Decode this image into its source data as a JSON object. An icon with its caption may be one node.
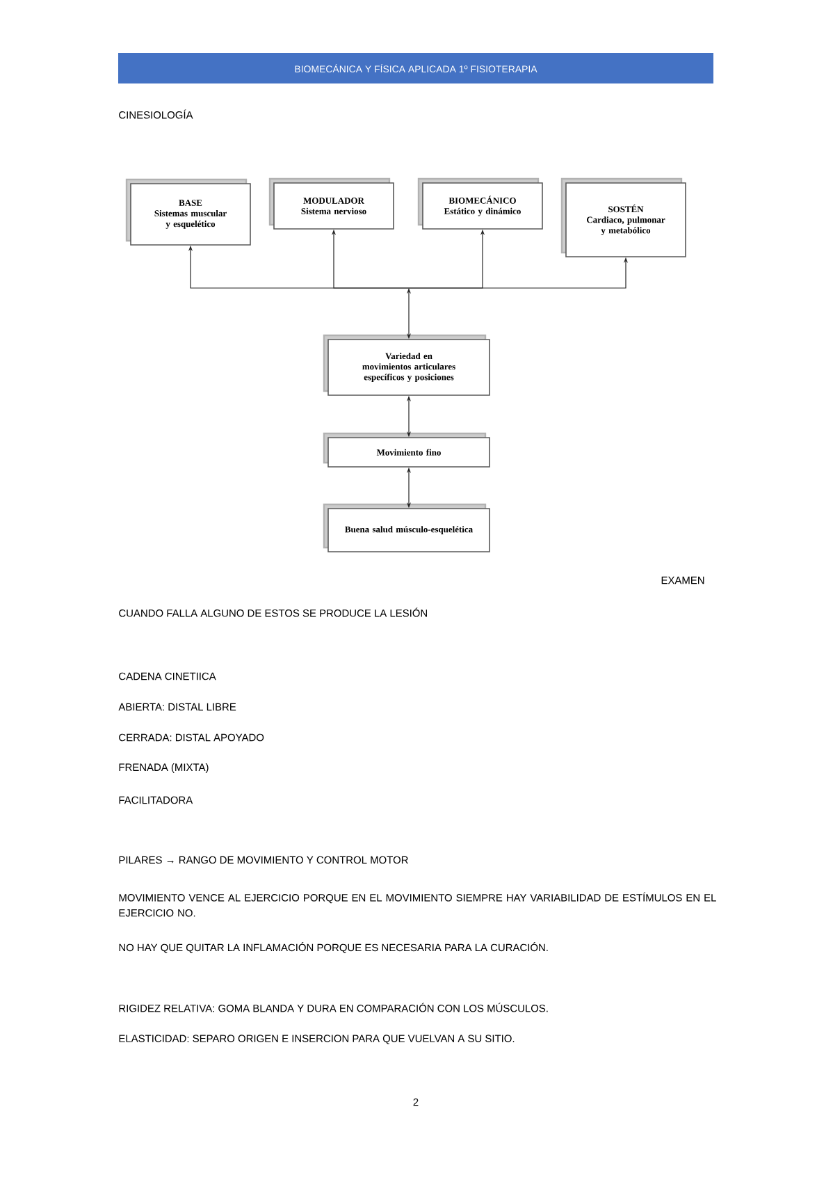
{
  "diagram": {
    "title": "BIOMECÁNICA Y FÍSICA APLICADA 1º FISIOTERAPIA",
    "nodes": [
      {
        "text": [
          "BASE",
          "Sistemas muscular y esquelético"
        ]
      },
      {
        "text": [
          "MODULADOR",
          "Sistema nervioso"
        ]
      },
      {
        "text": [
          "BIOMECÁNICO",
          "Estático y dinámico"
        ]
      },
      {
        "text": [
          "SOSTÉN",
          "Cardiaco, pulmonar y metabólico"
        ]
      },
      {
        "text": [
          "Variedad en movimientos articulares específicos y posiciones"
        ]
      },
      {
        "text": [
          "Movimiento fino"
        ]
      },
      {
        "text": [
          "Buena salud músculo-esquelética"
        ]
      }
    ],
    "edges": [
      {
        "from": 4,
        "to": 0,
        "arrow": "both"
      },
      {
        "from": 4,
        "to": 1,
        "arrow": "both"
      },
      {
        "from": 4,
        "to": 2,
        "arrow": "both"
      },
      {
        "from": 4,
        "to": 3,
        "arrow": "both"
      },
      {
        "from": 4,
        "to": 5,
        "arrow": "both"
      },
      {
        "from": 5,
        "to": 6,
        "arrow": "both"
      }
    ],
    "labels": [
      "CINESIOLOGÍA",
      "EXAMEN",
      "CUANDO FALLA ALGUNO DE ESTOS SE PRODUCE LA LESIÓN",
      "CADENA CINETIICA",
      "ABIERTA: DISTAL LIBRE",
      "CERRADA: DISTAL APOYADO",
      "FRENADA (MIXTA)",
      "FACILITADORA",
      "PILARES → RANGO DE MOVIMIENTO Y CONTROL MOTOR",
      "MOVIMIENTO VENCE AL EJERCICIO PORQUE EN EL MOVIMIENTO SIEMPRE HAY VARIABILIDAD DE ESTÍMULOS EN EL EJERCICIO NO.",
      "NO HAY QUE QUITAR LA INFLAMACIÓN PORQUE ES NECESARIA PARA LA CURACIÓN.",
      "RIGIDEZ RELATIVA: GOMA BLANDA Y DURA EN COMPARACIÓN CON LOS MÚSCULOS.",
      "ELASTICIDAD: SEPARO ORIGEN E INSERCION PARA QUE VUELVAN A SU SITIO.",
      "2"
    ]
  }
}
